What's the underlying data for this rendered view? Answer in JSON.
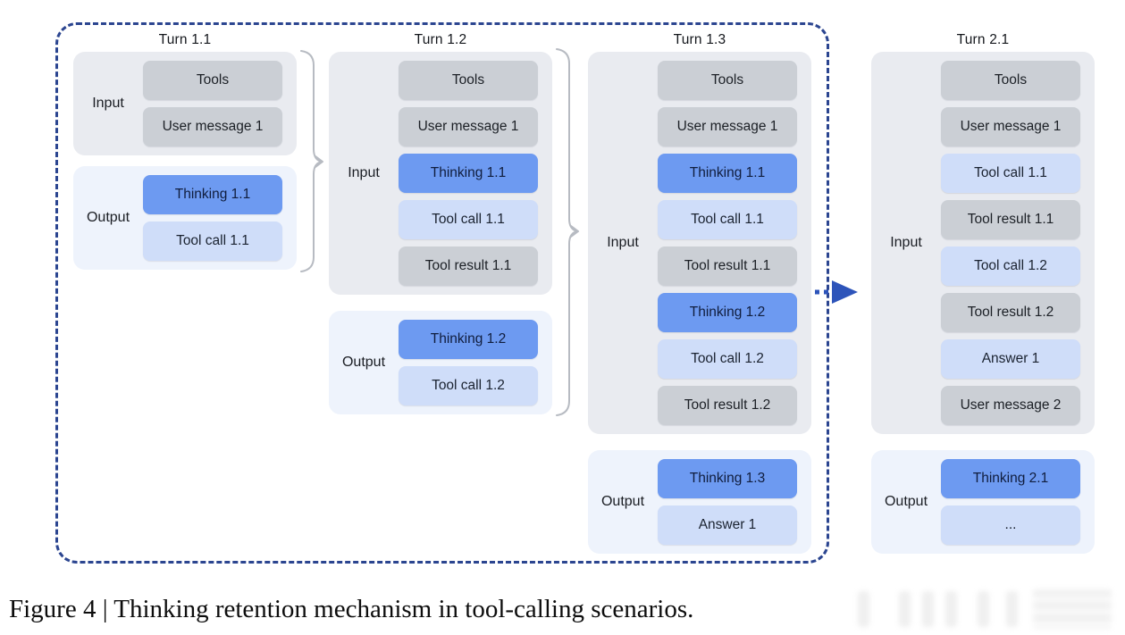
{
  "figure": {
    "caption": "Figure 4 | Thinking retention mechanism in tool-calling scenarios."
  },
  "colors": {
    "thinking": "#6d9af1",
    "tool_call": "#cfddf9",
    "neutral": "#cbcfd5",
    "input_bg": "#e9ebf0",
    "output_bg": "#eef3fc",
    "dashed_border": "#2b4590",
    "transition_arrow": "#2d54ba",
    "bracket": "#b7bbc2"
  },
  "turns": [
    {
      "label": "Turn 1.1",
      "input": {
        "label": "Input",
        "boxes": [
          {
            "text": "Tools",
            "type": "neutral"
          },
          {
            "text": "User message 1",
            "type": "neutral"
          }
        ]
      },
      "output": {
        "label": "Output",
        "boxes": [
          {
            "text": "Thinking 1.1",
            "type": "thinking"
          },
          {
            "text": "Tool call 1.1",
            "type": "tool_call"
          }
        ]
      }
    },
    {
      "label": "Turn 1.2",
      "input": {
        "label": "Input",
        "boxes": [
          {
            "text": "Tools",
            "type": "neutral"
          },
          {
            "text": "User message 1",
            "type": "neutral"
          },
          {
            "text": "Thinking 1.1",
            "type": "thinking"
          },
          {
            "text": "Tool call 1.1",
            "type": "tool_call"
          },
          {
            "text": "Tool result 1.1",
            "type": "neutral"
          }
        ]
      },
      "output": {
        "label": "Output",
        "boxes": [
          {
            "text": "Thinking 1.2",
            "type": "thinking"
          },
          {
            "text": "Tool call 1.2",
            "type": "tool_call"
          }
        ]
      }
    },
    {
      "label": "Turn 1.3",
      "input": {
        "label": "Input",
        "boxes": [
          {
            "text": "Tools",
            "type": "neutral"
          },
          {
            "text": "User message 1",
            "type": "neutral"
          },
          {
            "text": "Thinking 1.1",
            "type": "thinking"
          },
          {
            "text": "Tool call 1.1",
            "type": "tool_call"
          },
          {
            "text": "Tool result 1.1",
            "type": "neutral"
          },
          {
            "text": "Thinking 1.2",
            "type": "thinking"
          },
          {
            "text": "Tool call 1.2",
            "type": "tool_call"
          },
          {
            "text": "Tool result 1.2",
            "type": "neutral"
          }
        ]
      },
      "output": {
        "label": "Output",
        "boxes": [
          {
            "text": "Thinking 1.3",
            "type": "thinking"
          },
          {
            "text": "Answer 1",
            "type": "tool_call"
          }
        ]
      }
    },
    {
      "label": "Turn 2.1",
      "input": {
        "label": "Input",
        "boxes": [
          {
            "text": "Tools",
            "type": "neutral"
          },
          {
            "text": "User message 1",
            "type": "neutral"
          },
          {
            "text": "Tool call 1.1",
            "type": "tool_call"
          },
          {
            "text": "Tool result 1.1",
            "type": "neutral"
          },
          {
            "text": "Tool call 1.2",
            "type": "tool_call"
          },
          {
            "text": "Tool result 1.2",
            "type": "neutral"
          },
          {
            "text": "Answer 1",
            "type": "tool_call"
          },
          {
            "text": "User message 2",
            "type": "neutral"
          }
        ]
      },
      "output": {
        "label": "Output",
        "boxes": [
          {
            "text": "Thinking 2.1",
            "type": "thinking"
          },
          {
            "text": "...",
            "type": "tool_call"
          }
        ]
      }
    }
  ]
}
